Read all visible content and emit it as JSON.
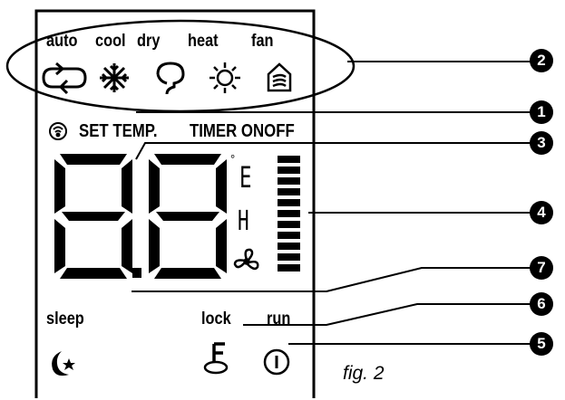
{
  "modes": [
    {
      "label": "auto",
      "icon": "auto-cycle-icon"
    },
    {
      "label": "cool",
      "icon": "snowflake-icon"
    },
    {
      "label": "dry",
      "icon": "droplet-icon"
    },
    {
      "label": "heat",
      "icon": "sun-icon"
    },
    {
      "label": "fan",
      "icon": "fan-mode-icon"
    }
  ],
  "status_row": {
    "set_temp": "SET TEMP.",
    "timer_onoff": "TIMER ONOFF",
    "signal_icon": "signal-icon"
  },
  "display": {
    "digits": [
      "8",
      "8"
    ],
    "degree_symbol": "°",
    "unit_letter": "E",
    "speed_letter": "H",
    "fan_speed_icon": "fan-blade-icon",
    "bar_icon": "fan-speed-bars-icon"
  },
  "bottom": {
    "sleep": "sleep",
    "lock": "lock",
    "run": "run",
    "sleep_icon": "moon-star-icon",
    "lock_icon": "lock-f-icon",
    "run_icon": "power-icon"
  },
  "callouts": [
    "2",
    "1",
    "3",
    "4",
    "7",
    "6",
    "5"
  ],
  "caption": "fig. 2",
  "colors": {
    "ink": "#000000",
    "background": "#ffffff"
  }
}
